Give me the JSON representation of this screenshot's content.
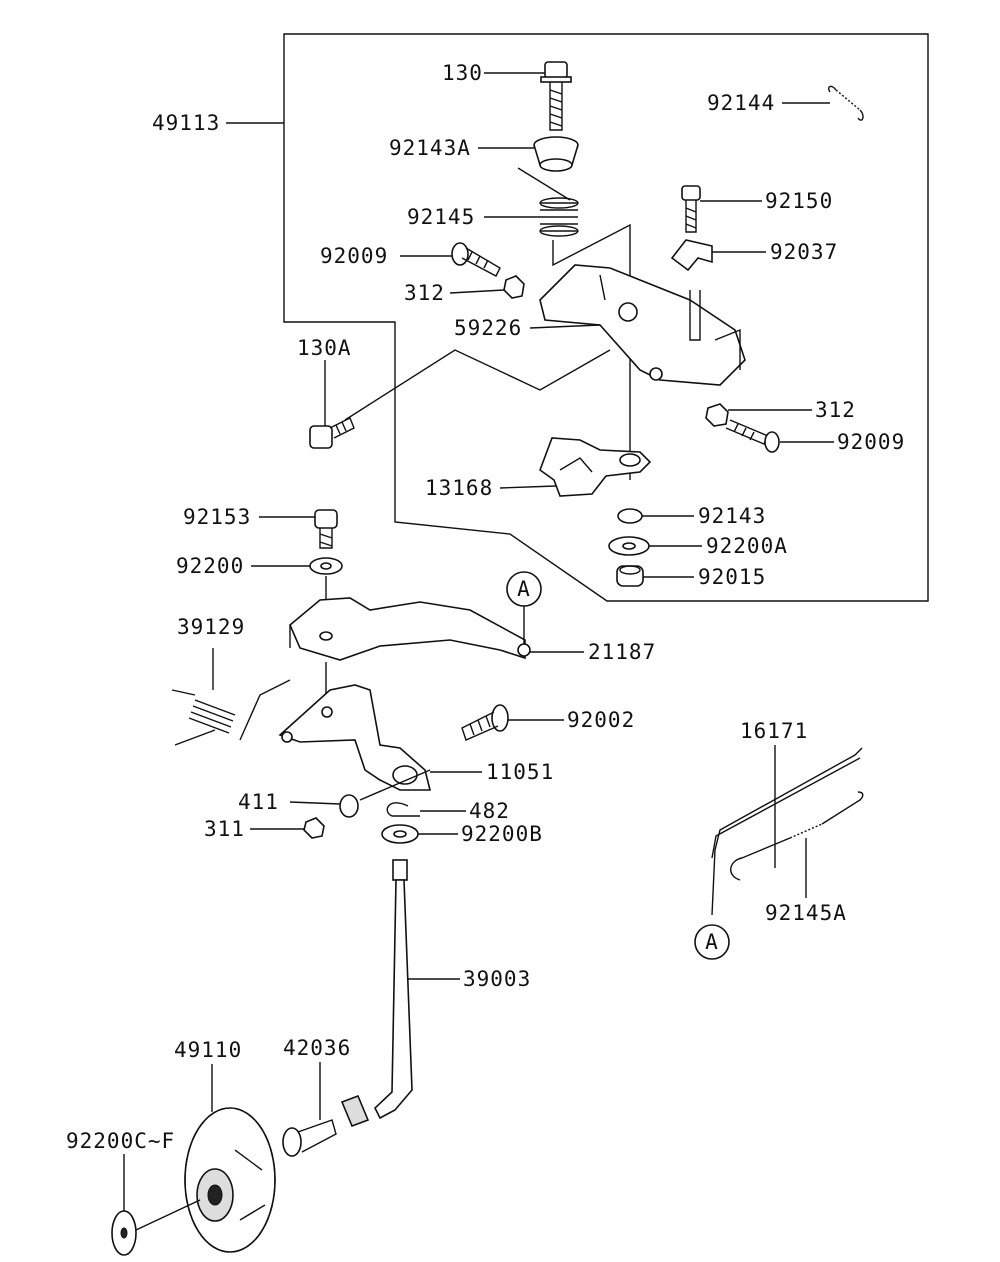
{
  "parts": {
    "p49113": "49113",
    "p130": "130",
    "p92144": "92144",
    "p92143A": "92143A",
    "p92145": "92145",
    "p92150": "92150",
    "p92009a": "92009",
    "p92037": "92037",
    "p312a": "312",
    "p59226": "59226",
    "p130A": "130A",
    "p312b": "312",
    "p92009b": "92009",
    "p13168": "13168",
    "p92143": "92143",
    "p92153": "92153",
    "p92200A": "92200A",
    "p92200": "92200",
    "p92015": "92015",
    "p39129": "39129",
    "p21187": "21187",
    "p92002": "92002",
    "p11051": "11051",
    "p16171": "16171",
    "p411": "411",
    "p482": "482",
    "p311": "311",
    "p92200B": "92200B",
    "p92145A": "92145A",
    "p39003": "39003",
    "p49110": "49110",
    "p42036": "42036",
    "p92200CF": "92200C~F"
  },
  "callouts": {
    "a1": "A",
    "a2": "A"
  }
}
